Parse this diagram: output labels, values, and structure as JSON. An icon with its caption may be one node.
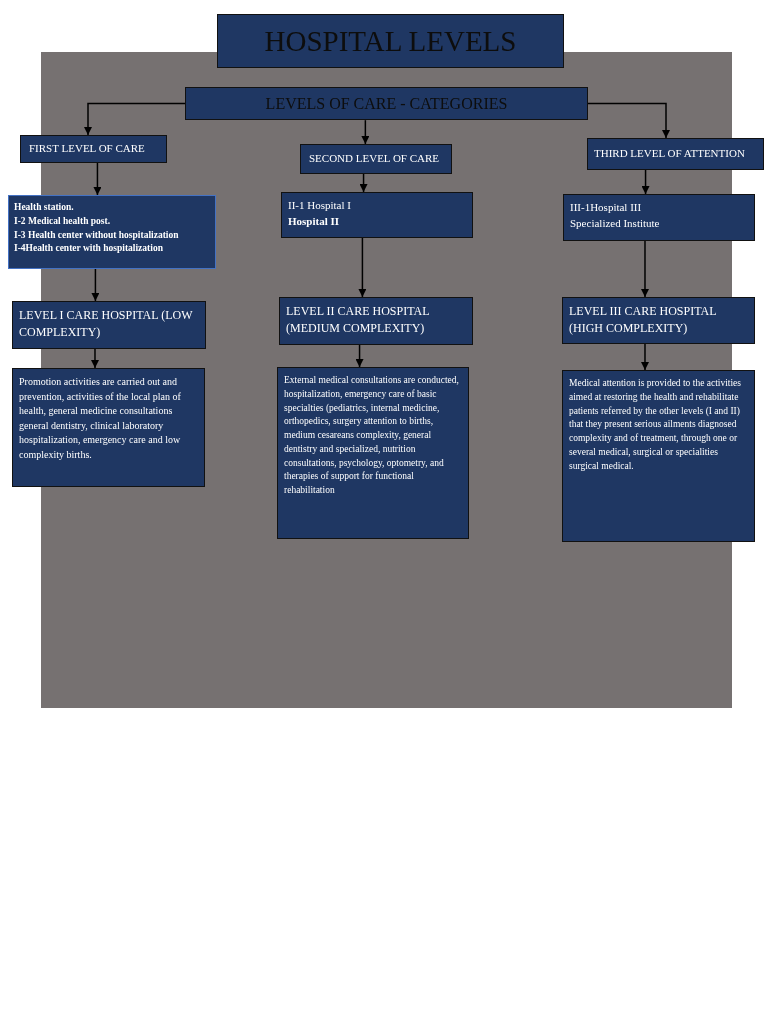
{
  "diagram": {
    "title": "HOSPITAL LEVELS",
    "nodes": [
      {
        "text": [
          "LEVELS OF CARE - CATEGORIES"
        ]
      },
      {
        "text": [
          "FIRST LEVEL OF CARE"
        ]
      },
      {
        "text": [
          "SECOND LEVEL OF CARE"
        ]
      },
      {
        "text": [
          "THIRD LEVEL OF ATTENTION"
        ]
      },
      {
        "text": [
          "Health station.",
          "I-2 Medical health post.",
          "I-3 Health center without hospitalization",
          "I-4Health center with hospitalization"
        ]
      },
      {
        "text": [
          "II-1 Hospital I",
          "**Hospital II**"
        ]
      },
      {
        "text": [
          "III-1Hospital III",
          "Specialized Institute"
        ]
      },
      {
        "text": [
          "LEVEL I CARE HOSPITAL (LOW COMPLEXITY)"
        ]
      },
      {
        "text": [
          "LEVEL II CARE HOSPITAL (MEDIUM COMPLEXITY)"
        ]
      },
      {
        "text": [
          "LEVEL III CARE HOSPITAL (HIGH COMPLEXITY)"
        ]
      },
      {
        "text": [
          "Promotion activities are carried out and prevention, activities of the local plan of health, general medicine consultations general dentistry, clinical laboratory hospitalization, emergency care and low complexity births."
        ]
      },
      {
        "text": [
          "External medical consultations are conducted, hospitalization, emergency care of basic specialties (pediatrics, internal medicine, orthopedics, surgery attention to births, medium cesareans complexity, general dentistry and specialized, nutrition consultations, psychology, optometry, and therapies of support for functional rehabilitation"
        ]
      },
      {
        "text": [
          "Medical attention is provided to the activities aimed at restoring the health and rehabilitate patients referred by the other levels (I and II) that they present serious ailments diagnosed complexity and of treatment, through one or several medical, surgical or specialities surgical medical."
        ]
      }
    ],
    "edges": [
      {
        "from": 0,
        "to": 1,
        "arrow": "to"
      },
      {
        "from": 0,
        "to": 2,
        "arrow": "to"
      },
      {
        "from": 0,
        "to": 3,
        "arrow": "to"
      },
      {
        "from": 1,
        "to": 4,
        "arrow": "to"
      },
      {
        "from": 2,
        "to": 5,
        "arrow": "to"
      },
      {
        "from": 3,
        "to": 6,
        "arrow": "to"
      },
      {
        "from": 4,
        "to": 7,
        "arrow": "to"
      },
      {
        "from": 5,
        "to": 8,
        "arrow": "to"
      },
      {
        "from": 6,
        "to": 9,
        "arrow": "to"
      },
      {
        "from": 7,
        "to": 10,
        "arrow": "to"
      },
      {
        "from": 8,
        "to": 11,
        "arrow": "to"
      },
      {
        "from": 9,
        "to": 12,
        "arrow": "to"
      }
    ]
  }
}
